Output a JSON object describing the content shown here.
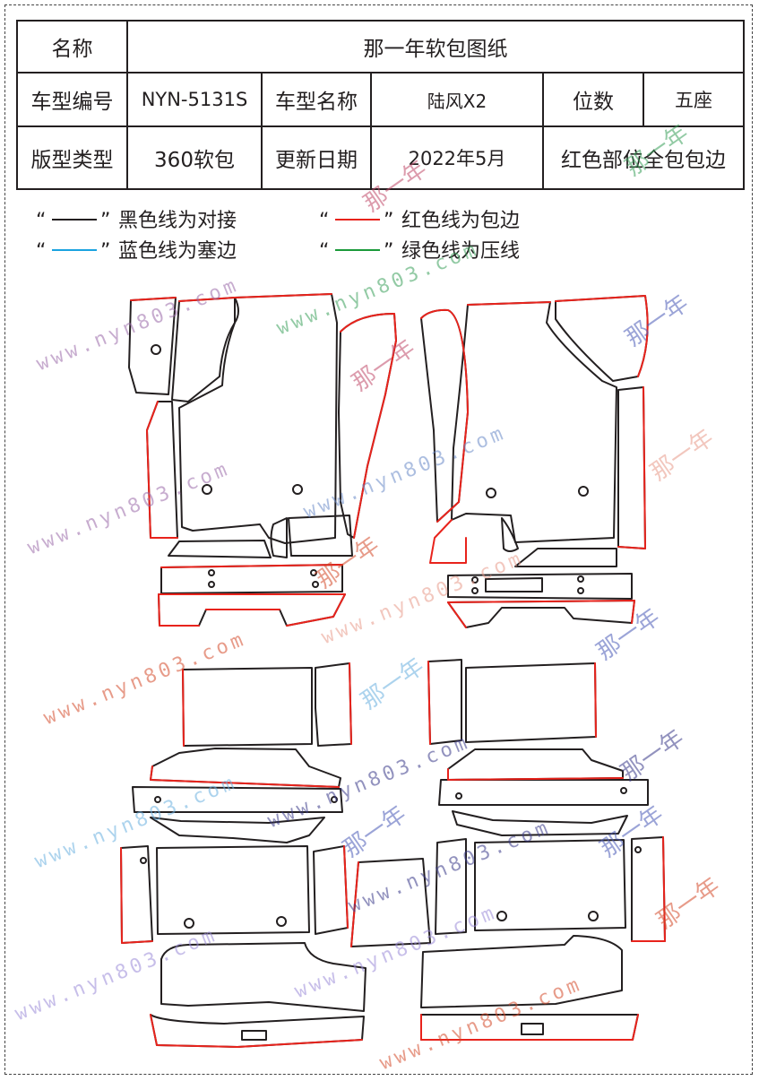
{
  "header": {
    "name_label": "名称",
    "name_value": "那一年软包图纸",
    "model_code_label": "车型编号",
    "model_code_value": "NYN-5131S",
    "model_name_label": "车型名称",
    "model_name_value": "陆风X2",
    "seats_label": "位数",
    "seats_value": "五座",
    "type_label": "版型类型",
    "type_value": "360软包",
    "date_label": "更新日期",
    "date_value": "2022年5月",
    "note_value": "红色部位全包包边"
  },
  "legend": [
    {
      "quote_open": "“",
      "quote_close": "”",
      "text": "黑色线为对接",
      "color": "#231f20"
    },
    {
      "quote_open": "“",
      "quote_close": "”",
      "text": "红色线为包边",
      "color": "#e8231c"
    },
    {
      "quote_open": "“",
      "quote_close": "”",
      "text": "蓝色线为塞边",
      "color": "#1aa3e0"
    },
    {
      "quote_open": "“",
      "quote_close": "”",
      "text": "绿色线为压线",
      "color": "#1a9a3a"
    }
  ],
  "watermark": {
    "url": "www.nyn803.com",
    "brand": "那一年"
  },
  "colors": {
    "black_line": "#231f20",
    "red_line": "#e8231c",
    "blue_line": "#1aa3e0",
    "green_line": "#1a9a3a"
  }
}
